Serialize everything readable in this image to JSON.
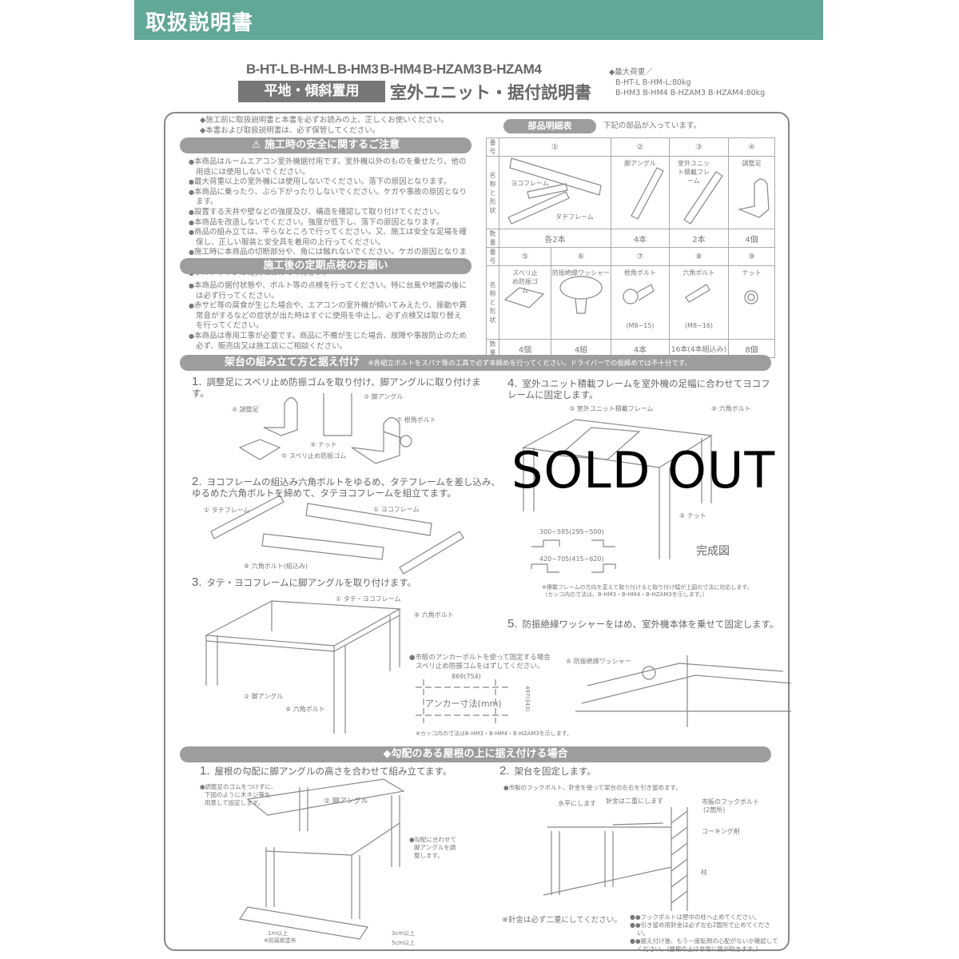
{
  "header": {
    "title": "取扱説明書",
    "color": "#62a898"
  },
  "doc": {
    "models": "B-HT-L  B-HM-L  B-HM3  B-HM4  B-HZAM3  B-HZAM4",
    "badge": "平地・傾斜置用",
    "title": "室外ユニット・据付説明書",
    "max_load": {
      "label": "◆最大荷重／",
      "line1": "B-HT-L B-HM-L:80kg",
      "line2": "B-HM3 B-HM4 B-HZAM3 B-HZAM4:80kg"
    }
  },
  "intro": [
    "◆施工前に取扱説明書と本書を必ずお読みの上、正しくお使いください。",
    "◆本書および取扱説明書は、必ず保管してください。"
  ],
  "safety": {
    "heading": "⚠ 施工時の安全に関するご注意",
    "items": [
      "本商品はルームエアコン室外機据付用です。室外機以外のものを乗せたり、他の用途には使用しないでください。",
      "最大荷重以上の室外機には使用しないでください。落下の原因となります。",
      "本商品に乗ったり、ぶら下がったりしないでください。ケガや事故の原因となります。",
      "設置する天井や壁などの強度及び、構造を確認して取り付けてください。",
      "本商品を改造しないでください。強度が低下し、落下の原因となります。",
      "商品の組み立ては、平らなところで行ってください。又、施工は安全な足場を確保し、正しい服装と安全具を着用の上行ってください。",
      "施工時に本商品の切断部分や、角には触れないでください。ケガの原因となります。",
      "ボルトやネジは確実に締めてください。"
    ]
  },
  "inspection": {
    "heading": "施工後の定期点検のお願い",
    "items": [
      "本商品の据付状態や、ボルト等の点検を行ってください。特に台風や地震の後には必ず行ってください。",
      "赤サビ等の腐食が生じた場合や、エアコンの室外機が傾いてみえたり、振動や異常音がするなどの症状が出た時はすぐに使用を中止し、必ず点検又は取り替えを行ってください。",
      "本商品は専用工事が必要です。商品に不備が生じた場合、故障や事故防止のため必ず、販売店又は施工店にご相談ください。"
    ]
  },
  "parts": {
    "heading": "部品明細表",
    "note": "下記の部品が入っています。",
    "row_labels": {
      "number": "番号",
      "name": "名称と形状",
      "qty": "数量"
    },
    "row1": [
      {
        "no": "①",
        "names": [
          "ヨコフレーム",
          "タテフレーム"
        ],
        "qty": "各2本"
      },
      {
        "no": "②",
        "name": "脚アングル",
        "qty": "4本"
      },
      {
        "no": "③",
        "name": "室外ユニット積載フレーム",
        "qty": "2本"
      },
      {
        "no": "④",
        "name": "調整足",
        "qty": "4個"
      }
    ],
    "row2": [
      {
        "no": "⑤",
        "name": "スベリ止め防振ゴム",
        "spec": "",
        "qty": "4個"
      },
      {
        "no": "⑥",
        "name": "防振絶縁ワッシャー",
        "spec": "",
        "qty": "4組"
      },
      {
        "no": "⑦",
        "name": "根角ボルト",
        "spec": "(M8−15)",
        "qty": "4本"
      },
      {
        "no": "⑧",
        "name": "六角ボルト",
        "spec": "(M8−16)",
        "qty": "16本(4本組込み)"
      },
      {
        "no": "⑨",
        "name": "ナット",
        "spec": "",
        "qty": "8個"
      }
    ]
  },
  "assembly": {
    "heading": "架台の組み立て方と据え付け",
    "note": "※各組立ボルトをスパナ等の工具で必ず本締めを行ってください。ドライバーでの仮締めでは不十分です。",
    "steps": [
      {
        "num": "1.",
        "text": "調整足にスベリ止め防振ゴムを取り付け、脚アングルに取り付けます。",
        "labels": [
          "④ 調整足",
          "② 脚アングル",
          "⑦ 根角ボルト",
          "⑨ ナット",
          "⑤ スベリ止め防振ゴム"
        ]
      },
      {
        "num": "2.",
        "text": "ヨコフレームの組込み六角ボルトをゆるめ、タテフレームを差し込み、ゆるめた六角ボルトを締めて、タテヨコフレームを組立てます。",
        "labels": [
          "① タテフレーム",
          "① ヨコフレーム",
          "⑧ 六角ボルト(組込み)"
        ]
      },
      {
        "num": "3.",
        "text": "タテ・ヨコフレームに脚アングルを取り付けます。",
        "labels": [
          "① タテ・ヨコフレーム",
          "⑧ 六角ボルト",
          "② 脚アングル",
          "⑧ 六角ボルト"
        ]
      },
      {
        "num": "4.",
        "text": "室外ユニット積載フレームを室外機の足幅に合わせてヨコフレームに固定します。",
        "labels": [
          "③ 室外ユニット積載フレーム",
          "⑧ 六角ボルト",
          "⑨ ナット"
        ],
        "dims": [
          "300~585(295~500)",
          "420~705(415~620)"
        ],
        "footnote": [
          "※積載フレームの方向を変えて取り付けると取り付け幅が上図の寸法に対応します。",
          "（カッコ内の寸法は、B-HM3・B-HM4・B-HZAM3を示します。）"
        ],
        "complete": "完成図"
      },
      {
        "num": "5.",
        "text": "防振絶縁ワッシャーをはめ、室外機本体を乗せて固定します。",
        "labels": [
          "⑥ 防振絶縁ワッシャー"
        ]
      }
    ],
    "anchor": {
      "note": [
        "●市販のアンカーボルトを使って固定する場合",
        "スベリ止め防振ゴムをはずしてください。"
      ],
      "width": "869(754)",
      "depth": "497(343)",
      "label": "アンカー寸法(mm)",
      "footnote": "※カッコ内の寸法はB-HM3・B-HM4・B-HZAM3を示します。"
    }
  },
  "roof": {
    "heading": "◆勾配のある屋根の上に据え付ける場合",
    "step1": {
      "num": "1.",
      "text": "屋根の勾配に脚アングルの高さを合わせて組み立てます。",
      "note": [
        "●調整足のゴムをつけずに、",
        "下図のように木ネジ等を",
        "用意して固定します。"
      ],
      "labels": [
        "② 脚アングル",
        "●勾配に合わせて",
        "脚アングルを調",
        "整します。",
        "1m以上",
        "※防腐剤塗布",
        "3cm以上",
        "5cm以上"
      ]
    },
    "step2": {
      "num": "2.",
      "text": "架台を固定します。",
      "note": "●市販のフックボルト、針金を使って架台の左右を引き留めます。",
      "labels": [
        "水平にします",
        "針金は二重にします",
        "市販のフックボルト",
        "(2箇所)",
        "コーキング剤",
        "柱"
      ],
      "warning": "※針金は必ず二重にしてください。",
      "notes": [
        "●フックボルトは壁中の柱へ止めてください。",
        "●引き留め用針金は必ず左右2箇所で止めてください。",
        "●据え付け後、もう一度転倒の心配がないか確認してください。(屋根の上は非常に風が吹きます。)"
      ]
    }
  },
  "overlay": {
    "sold_out": "SOLD OUT"
  }
}
